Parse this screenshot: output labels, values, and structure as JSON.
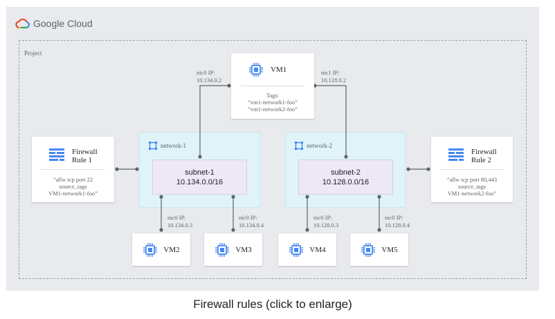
{
  "logo": {
    "text": "Google Cloud"
  },
  "project": {
    "label": "Project"
  },
  "vm1": {
    "name": "VM1",
    "nic0_label": "nic0 IP:",
    "nic0_ip": "10.134.0.2",
    "nic1_label": "nic1 IP:",
    "nic1_ip": "10.128.0.2",
    "tags_label": "Tags:",
    "tags": [
      "“vm1-network1-foo”",
      "“vm1-network2-foo”"
    ]
  },
  "networks": [
    {
      "name": "network-1",
      "subnet_name": "subnet-1",
      "subnet_cidr": "10.134.0.0/16"
    },
    {
      "name": "network-2",
      "subnet_name": "subnet-2",
      "subnet_cidr": "10.128.0.0/16"
    }
  ],
  "firewall_rules": [
    {
      "title_line1": "Firewall",
      "title_line2": "Rule 1",
      "desc": [
        "“allw tcp port 22",
        "source_tags",
        "VM1-network1-foo”"
      ]
    },
    {
      "title_line1": "Firewall",
      "title_line2": "Rule 2",
      "desc": [
        "“allw tcp port 80,443",
        "source_tags",
        "VM1-network2-foo”"
      ]
    }
  ],
  "vms": [
    {
      "name": "VM2",
      "nic_label": "nic0 IP:",
      "ip": "10.134.0.3"
    },
    {
      "name": "VM3",
      "nic_label": "nic0 IP:",
      "ip": "10.134.0.4"
    },
    {
      "name": "VM4",
      "nic_label": "nic0 IP:",
      "ip": "10.128.0.3"
    },
    {
      "name": "VM5",
      "nic_label": "nic0 IP:",
      "ip": "10.128.0.4"
    }
  ],
  "caption": "Firewall rules (click to enlarge)",
  "colors": {
    "canvas": "#e8eaed",
    "network_fill": "#dff3f9",
    "subnet_fill": "#ede7f6",
    "icon_blue": "#4285f4",
    "line": "#5f6368"
  },
  "icons": {
    "compute": "compute-engine-chip-icon",
    "vpc": "vpc-network-icon",
    "firewall": "firewall-icon",
    "logo": "google-cloud-logo-icon"
  }
}
